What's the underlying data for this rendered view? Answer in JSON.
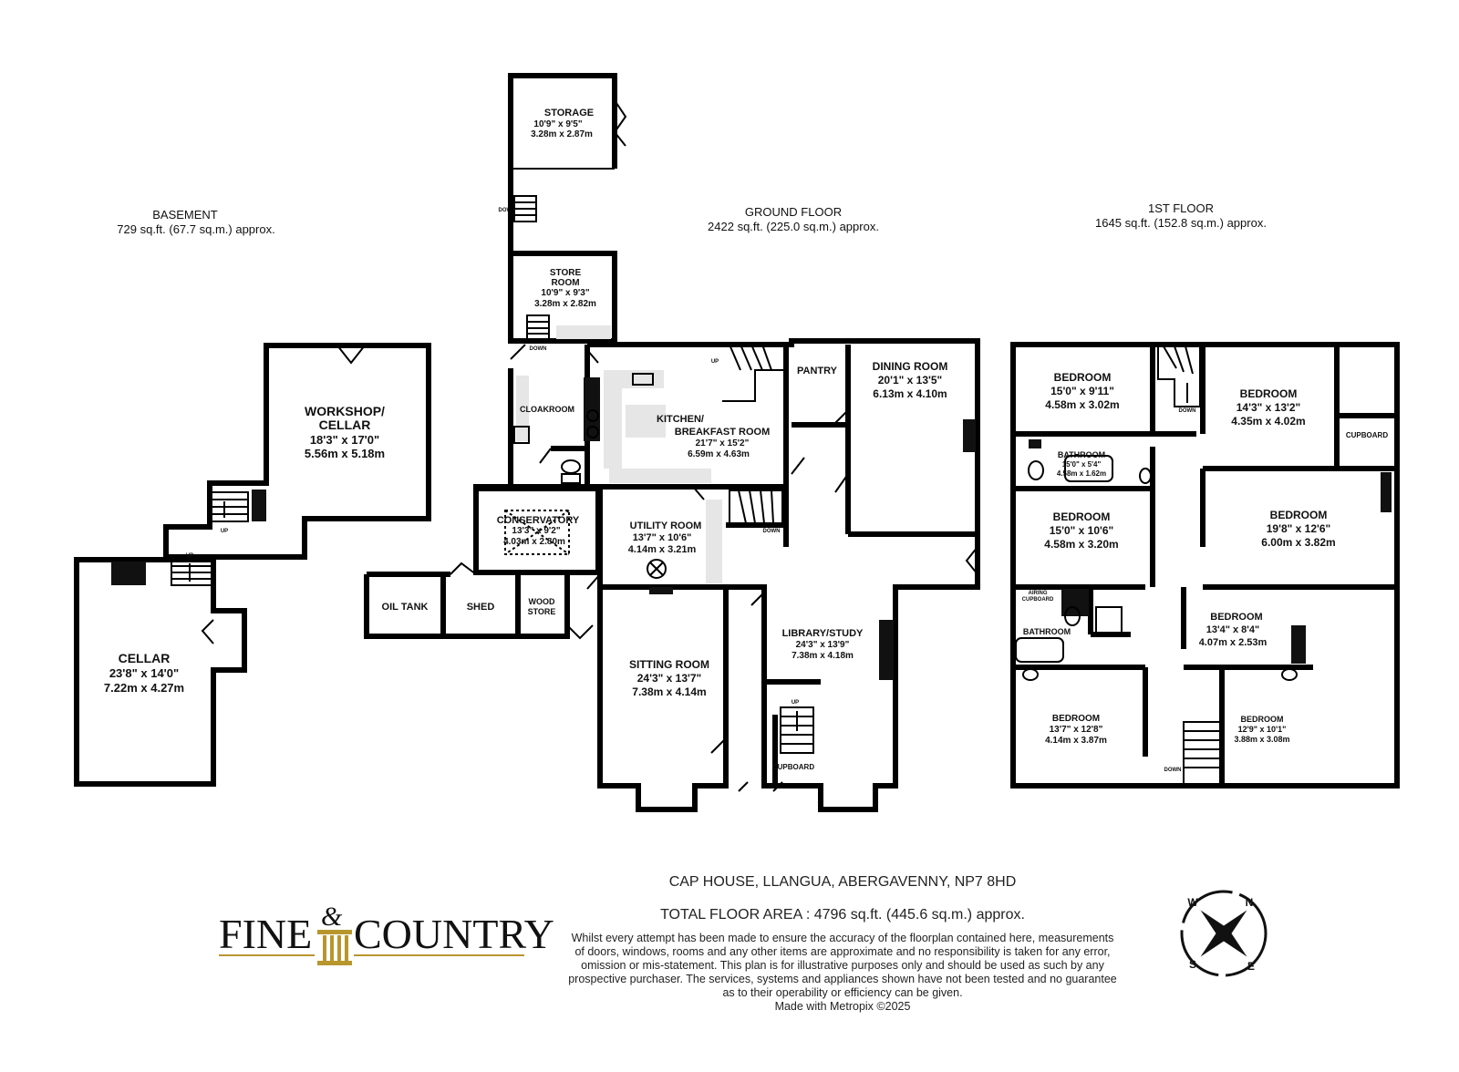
{
  "floors": {
    "basement": {
      "title": "BASEMENT",
      "area": "729 sq.ft. (67.7 sq.m.) approx."
    },
    "ground": {
      "title": "GROUND FLOOR",
      "area": "2422 sq.ft. (225.0 sq.m.) approx."
    },
    "first": {
      "title": "1ST FLOOR",
      "area": "1645 sq.ft. (152.8 sq.m.) approx."
    }
  },
  "rooms": {
    "workshop": {
      "name1": "WORKSHOP/",
      "name2": "CELLAR",
      "imp": "18'3\" x 17'0\"",
      "met": "5.56m x 5.18m"
    },
    "cellar": {
      "name": "CELLAR",
      "imp": "23'8\" x 14'0\"",
      "met": "7.22m x 4.27m"
    },
    "storage": {
      "name": "STORAGE",
      "imp": "10'9\" x 9'5\"",
      "met": "3.28m x 2.87m"
    },
    "store_room": {
      "name1": "STORE",
      "name2": "ROOM",
      "imp": "10'9\" x 9'3\"",
      "met": "3.28m x 2.82m"
    },
    "cloakroom": {
      "name": "CLOAKROOM"
    },
    "kitchen": {
      "name1": "KITCHEN/",
      "name2": "BREAKFAST ROOM",
      "imp": "21'7\" x 15'2\"",
      "met": "6.59m x 4.63m"
    },
    "pantry": {
      "name": "PANTRY"
    },
    "dining": {
      "name": "DINING ROOM",
      "imp": "20'1\" x 13'5\"",
      "met": "6.13m x 4.10m"
    },
    "conservatory": {
      "name": "CONSERVATORY",
      "imp": "13'3\" x 9'2\"",
      "met": "4.03m x 2.80m"
    },
    "utility": {
      "name": "UTILITY ROOM",
      "imp": "13'7\" x 10'6\"",
      "met": "4.14m x 3.21m"
    },
    "oil_tank": {
      "name": "OIL TANK"
    },
    "shed": {
      "name": "SHED"
    },
    "wood_store": {
      "name1": "WOOD",
      "name2": "STORE"
    },
    "sitting": {
      "name": "SITTING ROOM",
      "imp": "24'3\" x 13'7\"",
      "met": "7.38m x 4.14m"
    },
    "library": {
      "name": "LIBRARY/STUDY",
      "imp": "24'3\" x 13'9\"",
      "met": "7.38m x 4.18m"
    },
    "cupboard_g": {
      "name": "CUPBOARD"
    },
    "bed1": {
      "name": "BEDROOM",
      "imp": "15'0\" x 9'11\"",
      "met": "4.58m x 3.02m"
    },
    "bed2": {
      "name": "BEDROOM",
      "imp": "14'3\" x 13'2\"",
      "met": "4.35m x 4.02m"
    },
    "cupboard_1": {
      "name": "CUPBOARD"
    },
    "bath1": {
      "name": "BATHROOM",
      "imp": "15'0\" x 5'4\"",
      "met": "4.58m x 1.62m"
    },
    "bed3": {
      "name": "BEDROOM",
      "imp": "15'0\" x 10'6\"",
      "met": "4.58m x 3.20m"
    },
    "bed4": {
      "name": "BEDROOM",
      "imp": "19'8\" x 12'6\"",
      "met": "6.00m x 3.82m"
    },
    "airing": {
      "name1": "AIRING",
      "name2": "CUPBOARD"
    },
    "bath2": {
      "name": "BATHROOM"
    },
    "bed5": {
      "name": "BEDROOM",
      "imp": "13'4\" x 8'4\"",
      "met": "4.07m x 2.53m"
    },
    "bed6": {
      "name": "BEDROOM",
      "imp": "13'7\" x 12'8\"",
      "met": "4.14m x 3.87m"
    },
    "bed7": {
      "name": "BEDROOM",
      "imp": "12'9\" x 10'1\"",
      "met": "3.88m x 3.08m"
    }
  },
  "stair_labels": {
    "up": "UP",
    "down": "DOWN"
  },
  "footer": {
    "address": "CAP HOUSE, LLANGUA, ABERGAVENNY, NP7 8HD",
    "total": "TOTAL FLOOR AREA : 4796 sq.ft. (445.6 sq.m.) approx.",
    "disclaimer": [
      "Whilst every attempt has been made to ensure the accuracy of the floorplan contained here, measurements",
      "of doors, windows, rooms and any other items are approximate and no responsibility is taken for any error,",
      "omission or mis-statement. This plan is for illustrative purposes only and should be used as such by any",
      "prospective purchaser. The services, systems and appliances shown have not been tested and no guarantee",
      "as to their operability or efficiency can be given."
    ],
    "made_with": "Made with Metropix ©2025"
  },
  "logo": {
    "word1": "FINE",
    "amp": "&",
    "word2": "COUNTRY",
    "gold": "#b8962e"
  },
  "compass": {
    "n": "N",
    "e": "E",
    "s": "S",
    "w": "W"
  }
}
